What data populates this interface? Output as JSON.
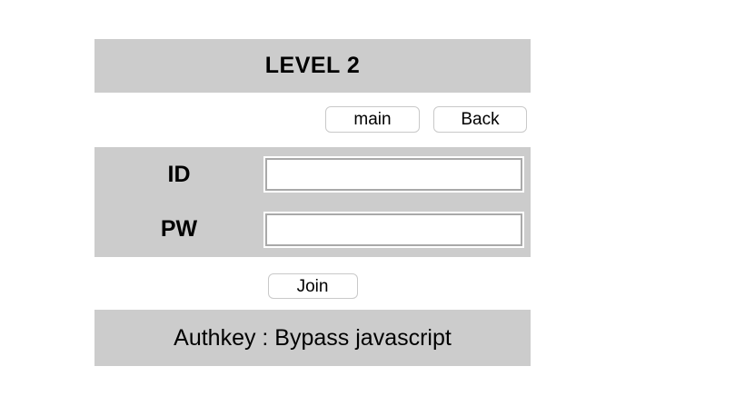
{
  "header": {
    "title": "LEVEL 2"
  },
  "nav": {
    "main_label": "main",
    "back_label": "Back"
  },
  "form": {
    "rows": [
      {
        "label": "ID",
        "value": ""
      },
      {
        "label": "PW",
        "value": ""
      }
    ],
    "join_label": "Join"
  },
  "footer": {
    "authkey_text": "Authkey : Bypass javascript"
  },
  "colors": {
    "panel_gray": "#cccccc",
    "input_border": "#a9a9a9",
    "button_border": "#c9c9c9",
    "text": "#000000",
    "background": "#ffffff"
  }
}
